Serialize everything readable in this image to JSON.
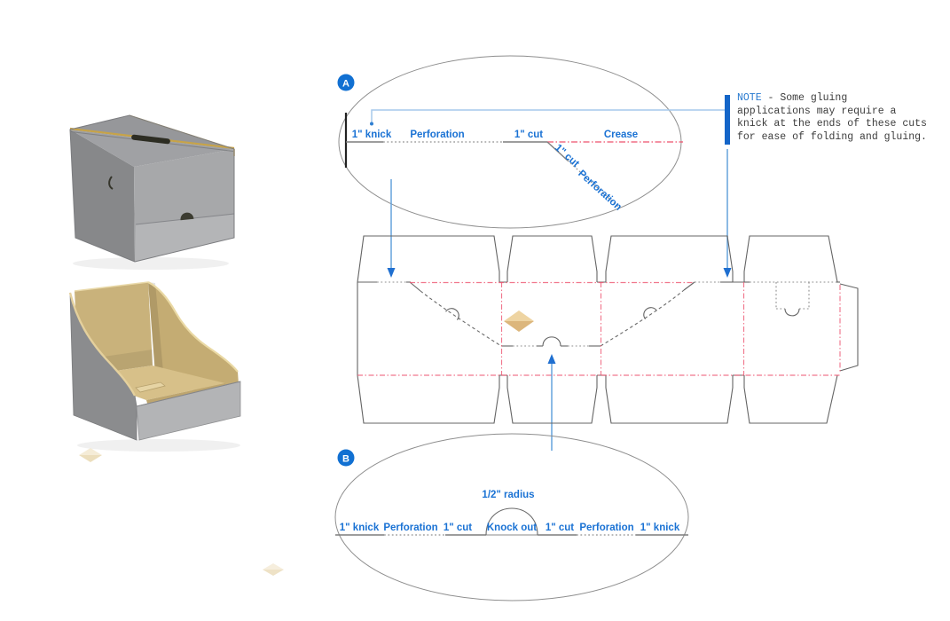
{
  "page": {
    "background": "#ffffff"
  },
  "colors": {
    "label_blue": "#1a72d4",
    "badge_blue": "#1170d2",
    "note_bar_blue": "#1465c8",
    "connector_light_blue": "#a6c9eb",
    "arrow_blue": "#66a3dc",
    "arrowhead_blue": "#1f6fd0",
    "crease_red": "#ee5570",
    "die_line_gray": "#646464",
    "box_gray": "#a7a8aa",
    "box_tan": "#c9b27b",
    "gold_edge": "#c7a348",
    "watermark_tan": "#eed4a2"
  },
  "detail_a": {
    "badge": "A",
    "labels": {
      "knick": "1\" knick",
      "perforation": "Perforation",
      "cut": "1\" cut",
      "crease": "Crease",
      "diag_cut": "1\" cut",
      "diag_perforation": "Perforation"
    }
  },
  "note": {
    "keyword": "NOTE",
    "line1_rest": " - Some gluing",
    "line2": "applications may require a",
    "line3": "knick at the ends of these cuts",
    "line4": "for ease of folding and gluing."
  },
  "detail_b": {
    "badge": "B",
    "radius_label": "1/2\" radius",
    "labels": [
      "1\" knick",
      "Perforation",
      "1\" cut",
      "Knock out",
      "1\" cut",
      "Perforation",
      "1\" knick"
    ]
  }
}
